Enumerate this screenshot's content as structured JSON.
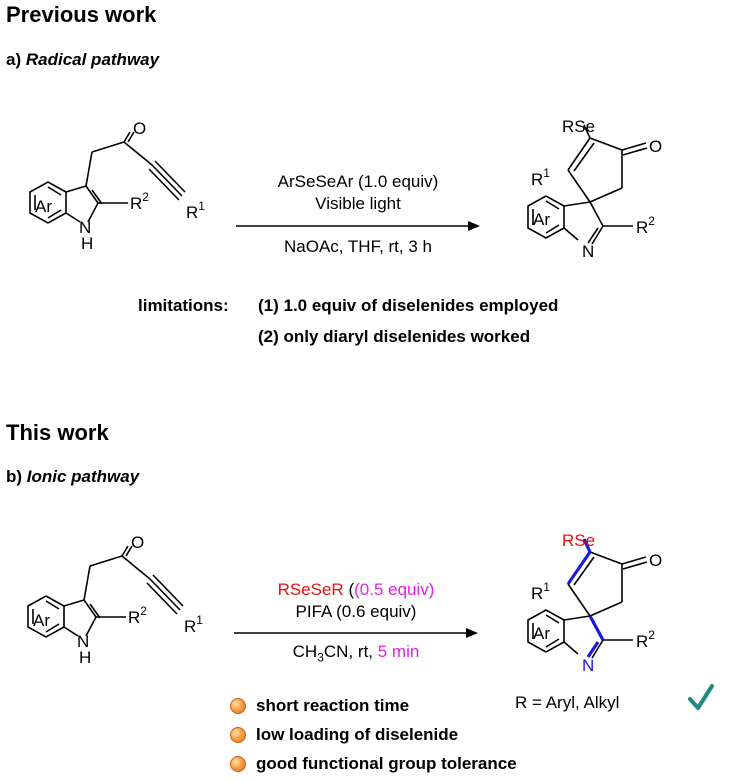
{
  "headings": {
    "previous_work": "Previous work",
    "this_work": "This work"
  },
  "section_a": {
    "prefix": "a)",
    "title": "Radical pathway",
    "conditions": [
      "ArSeSeAr (1.0 equiv)",
      "Visible light",
      "NaOAc, THF, rt, 3 h"
    ],
    "limitations_label": "limitations:",
    "limitations": [
      "(1) 1.0 equiv of diselenides employed",
      "(2) only diaryl diselenides worked"
    ]
  },
  "section_b": {
    "prefix": "b)",
    "title": "Ionic pathway",
    "reagent": "RSeSeR",
    "reagent_amount": "(0.5 equiv)",
    "oxidant": "PIFA (0.6 equiv)",
    "solvent_prefix": "CH",
    "solvent_sub1": "3",
    "solvent_mid": "CN, rt, ",
    "time": "5 min",
    "scope": "R = Aryl, Alkyl",
    "advantages": [
      "short reaction time",
      "low loading of diselenide",
      "good functional group tolerance"
    ]
  },
  "structure_labels": {
    "ar": "Ar",
    "nh": "N",
    "h": "H",
    "n": "N",
    "o": "O",
    "r": "R",
    "r1_sup": "1",
    "r2_sup": "2",
    "rse": "RSe"
  },
  "colors": {
    "red": "#e8100e",
    "magenta": "#e21ee6",
    "blue": "#1a1adc",
    "check": "#1b8a7e",
    "bullet": "#f08a30"
  }
}
